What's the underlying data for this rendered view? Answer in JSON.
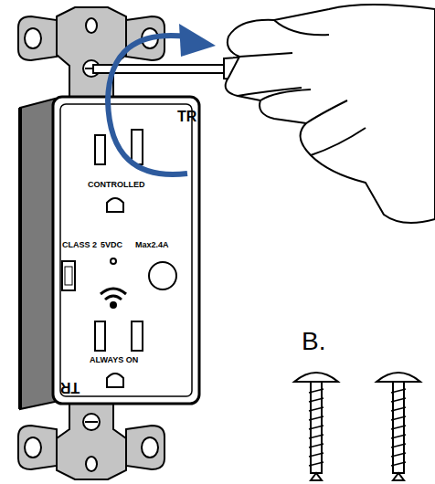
{
  "diagram": {
    "labels": [
      "TR",
      "CONTROLLED",
      "CLASS 2",
      "5VDC",
      "Max2.4A",
      "ALWAYS ON",
      "TR",
      "B."
    ]
  }
}
